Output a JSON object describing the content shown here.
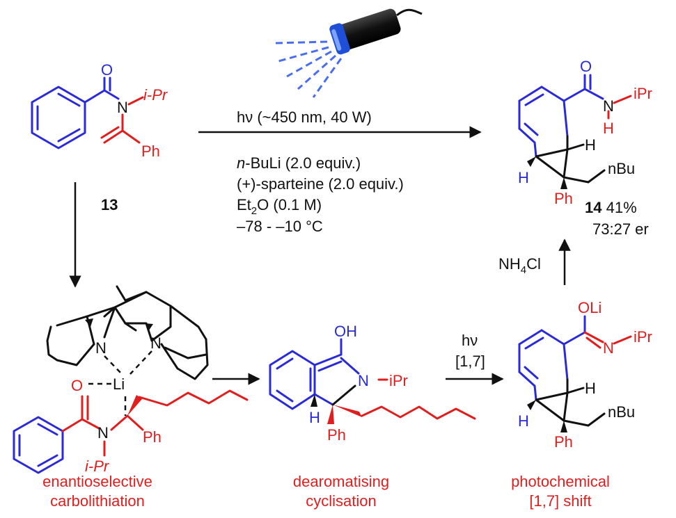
{
  "molecules": {
    "sm": {
      "number": "13",
      "ipr": "i-Pr",
      "ph": "Ph",
      "o": "O",
      "n": "N"
    },
    "product": {
      "number": "14",
      "yield": "41%",
      "er": "73:27 er",
      "o": "O",
      "n": "N",
      "h_amide": "H",
      "ipr": "iPr",
      "h1": "H",
      "h2": "H",
      "nbu": "nBu",
      "ph": "Ph"
    },
    "lithium": {
      "o": "O",
      "li": "Li",
      "n_amide": "N",
      "ipr": "i-Pr",
      "ph": "Ph",
      "n1": "N",
      "n2": "N"
    },
    "cyclised": {
      "oh": "OH",
      "n": "N",
      "ipr": "iPr",
      "h": "H",
      "ph": "Ph"
    },
    "shifted": {
      "oli": "OLi",
      "n": "N",
      "ipr": "iPr",
      "h1": "H",
      "h2": "H",
      "nbu": "nBu",
      "ph": "Ph"
    }
  },
  "conditions": {
    "top_light": "hν (~450 nm, 40 W)",
    "base_prefix": "n",
    "base_rest": "-BuLi (2.0 equiv.)",
    "ligand": "(+)-sparteine (2.0 equiv.)",
    "solvent_a": "Et",
    "solvent_sub": "2",
    "solvent_b": "O (0.1 M)",
    "temp": "–78 - –10 °C",
    "quench_a": "NH",
    "quench_sub": "4",
    "quench_b": "Cl",
    "hv": "hν",
    "shift": "[1,7]"
  },
  "captions": {
    "step1_line1": "enantioselective",
    "step1_line2": "carbolithiation",
    "step2_line1": "dearomatising",
    "step2_line2": "cyclisation",
    "step3_line1": "photochemical",
    "step3_line2": "[1,7] shift"
  },
  "colors": {
    "aryl": "#2a2ad8",
    "alkyl": "#e01e1e",
    "bonds": "#111111",
    "lamp_beam": "#4a6cf0"
  },
  "icons": {
    "lamp": "flashlight-icon"
  }
}
